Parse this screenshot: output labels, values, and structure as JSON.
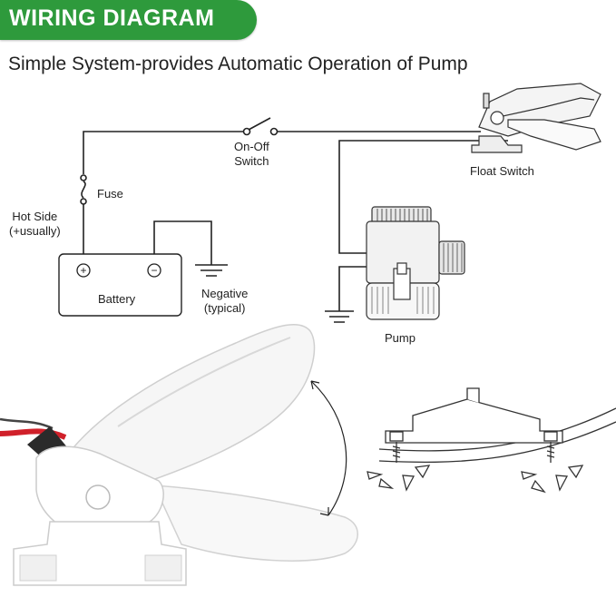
{
  "banner": {
    "title": "WIRING DIAGRAM",
    "color": "#2e9a3c"
  },
  "subtitle": "Simple System-provides Automatic Operation of Pump",
  "labels": {
    "switch_line1": "On-Off",
    "switch_line2": "Switch",
    "float_switch": "Float Switch",
    "fuse": "Fuse",
    "hot_side_line1": "Hot Side",
    "hot_side_line2": "(+usually)",
    "battery": "Battery",
    "negative_line1": "Negative",
    "negative_line2": "(typical)",
    "pump": "Pump"
  },
  "symbols": {
    "positive": "+",
    "negative": "−"
  },
  "colors": {
    "wire": "#222222",
    "lead_wire": "#d0202a",
    "body": "#ffffff"
  }
}
